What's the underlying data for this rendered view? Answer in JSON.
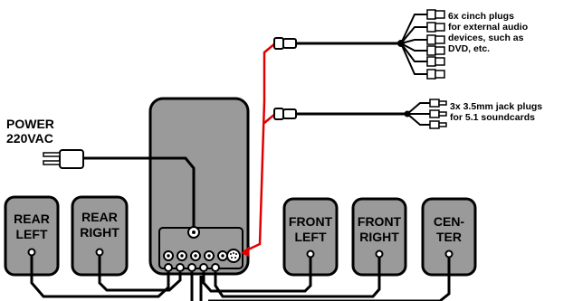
{
  "power_label": [
    "POWER",
    "220VAC"
  ],
  "cinch_note": [
    "6x cinch plugs",
    "for external audio",
    "devices, such as",
    "DVD, etc."
  ],
  "jack_note": [
    "3x 3.5mm jack plugs",
    "for 5.1 soundcards"
  ],
  "speakers": {
    "rear_left": [
      "REAR",
      "LEFT"
    ],
    "rear_right": [
      "REAR",
      "RIGHT"
    ],
    "front_left": [
      "FRONT",
      "LEFT"
    ],
    "front_right": [
      "FRONT",
      "RIGHT"
    ],
    "center": [
      "CEN-",
      "TER"
    ]
  },
  "colors": {
    "box_fill": "#9a9a9a",
    "line": "#000000",
    "signal_line": "#e00000",
    "plug_fill": "#ffffff"
  }
}
